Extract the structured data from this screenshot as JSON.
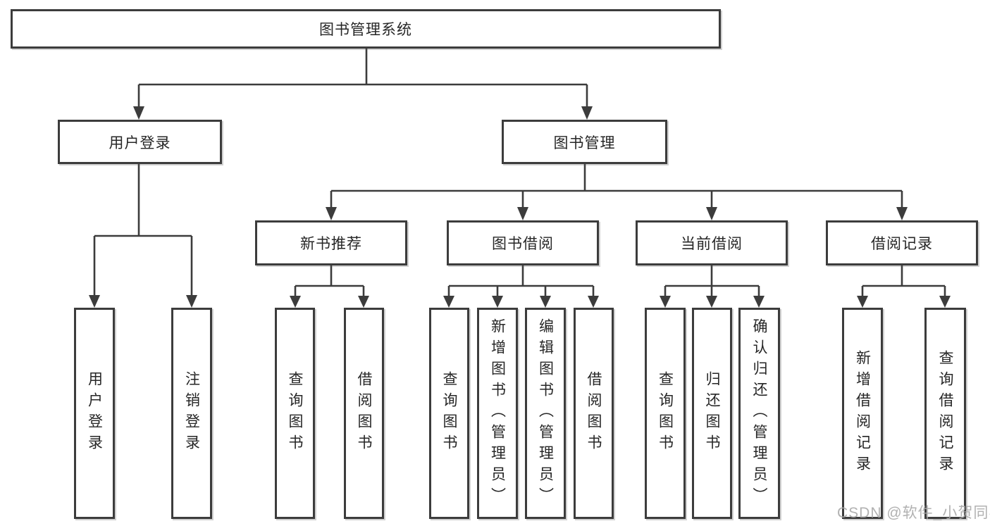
{
  "tree": {
    "root": {
      "label": "图书管理系统"
    },
    "children": [
      {
        "label": "用户登录",
        "children": [
          {
            "label": "用户登录"
          },
          {
            "label": "注销登录"
          }
        ]
      },
      {
        "label": "图书管理",
        "children": [
          {
            "label": "新书推荐",
            "children": [
              {
                "label": "查询图书"
              },
              {
                "label": "借阅图书"
              }
            ]
          },
          {
            "label": "图书借阅",
            "children": [
              {
                "label": "查询图书"
              },
              {
                "label": "新增图书（管理员）"
              },
              {
                "label": "编辑图书（管理员）"
              },
              {
                "label": "借阅图书"
              }
            ]
          },
          {
            "label": "当前借阅",
            "children": [
              {
                "label": "查询图书"
              },
              {
                "label": "归还图书"
              },
              {
                "label": "确认归还（管理员）"
              }
            ]
          },
          {
            "label": "借阅记录",
            "children": [
              {
                "label": "新增借阅记录"
              },
              {
                "label": "查询借阅记录"
              }
            ]
          }
        ]
      }
    ]
  },
  "watermark": {
    "text": "CSDN @软件_小贺同学"
  },
  "colors": {
    "line": "#3c3c3c",
    "border": "#3c3c3c",
    "text": "#262626",
    "background": "#ffffff",
    "watermark": "#a9a9a9"
  }
}
